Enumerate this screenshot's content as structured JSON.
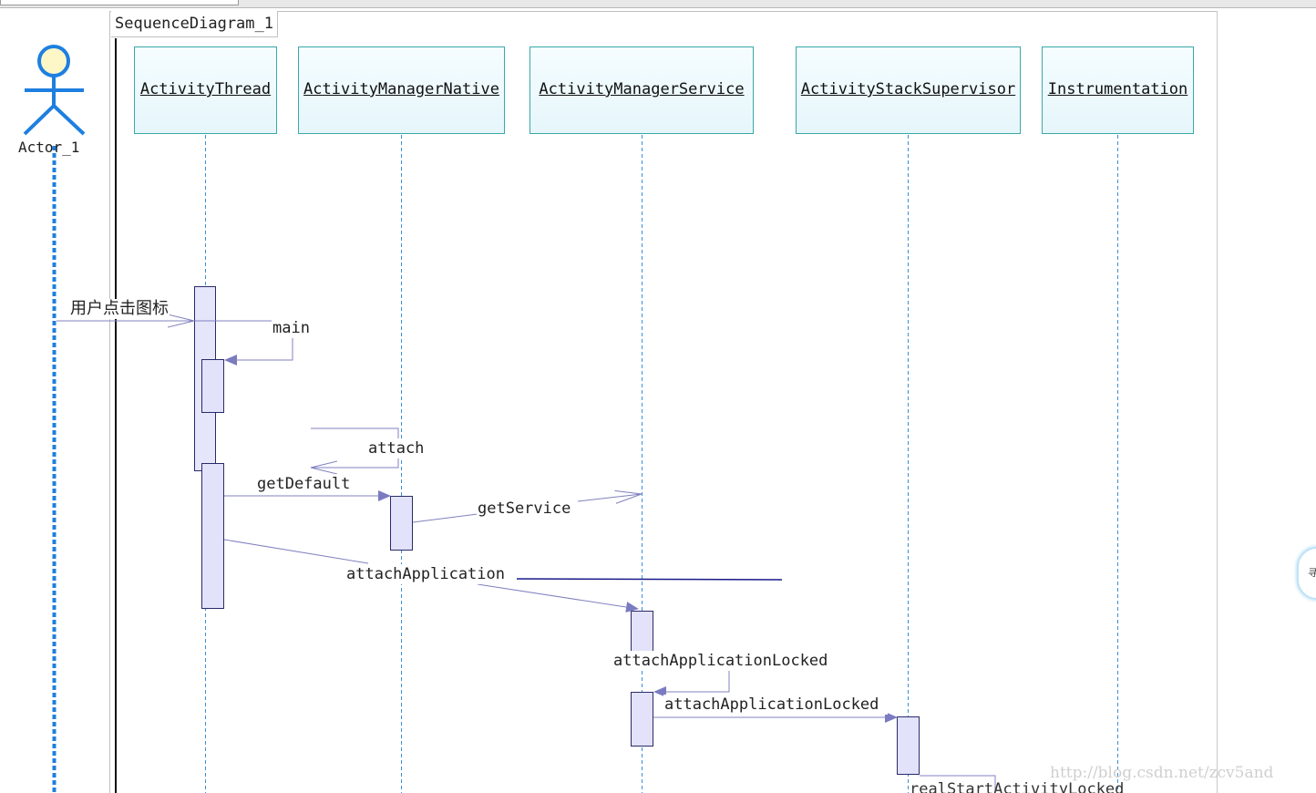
{
  "diagram": {
    "title": "SequenceDiagram_1",
    "actor": {
      "name": "Actor_1"
    },
    "lifelines": [
      {
        "id": "activity_thread",
        "name": "ActivityThread"
      },
      {
        "id": "am_native",
        "name": "ActivityManagerNative"
      },
      {
        "id": "am_service",
        "name": "ActivityManagerService"
      },
      {
        "id": "stack_supervisor",
        "name": "ActivityStackSupervisor"
      },
      {
        "id": "instrumentation",
        "name": "Instrumentation"
      }
    ],
    "messages": [
      {
        "label": "用户点击图标"
      },
      {
        "label": "main"
      },
      {
        "label": "attach"
      },
      {
        "label": "getDefault"
      },
      {
        "label": "getService"
      },
      {
        "label": "attachApplication"
      },
      {
        "label": "attachApplicationLocked"
      },
      {
        "label": "attachApplicationLocked"
      },
      {
        "label": "realStartActivityLocked"
      }
    ]
  },
  "watermark": "http://blog.csdn.net/zcv5and",
  "side_widget": {
    "text": "寻"
  },
  "colors": {
    "lifeline": "#3a8fd8",
    "actor": "#1e7fe0",
    "actor_head": "#fdf7c8",
    "activation_fill": "#e4e4fb",
    "activation_border": "#2a2a6a",
    "message": "#8080c0",
    "head_border": "#3aa8a8"
  }
}
